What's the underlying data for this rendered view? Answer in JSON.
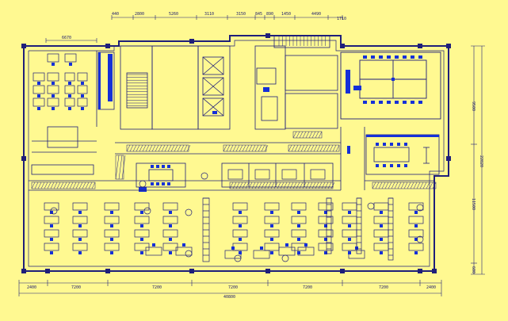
{
  "colors": {
    "background": "#fff991",
    "line": "#1f1f7a",
    "blue": "#1530d8",
    "dark": "#101040"
  },
  "dimensions": {
    "top": [
      "440",
      "2800",
      "5260",
      "3110",
      "3150",
      "845",
      "890",
      "1450",
      "4490",
      "1710"
    ],
    "upper_left": "6670",
    "bottom_segments": [
      "2400",
      "7200",
      "7200",
      "7200",
      "7200",
      "7200",
      "2400"
    ],
    "bottom_total": "40800",
    "right_segments": [
      "9500",
      "11500",
      "600"
    ],
    "right_total": "22820"
  }
}
